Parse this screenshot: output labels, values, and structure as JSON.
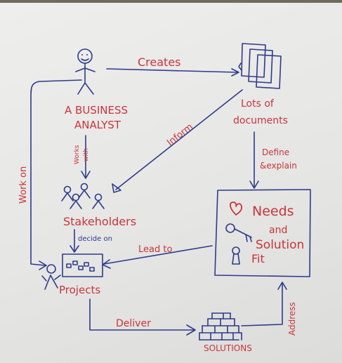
{
  "nodes": {
    "analyst": "A BUSINESS\nANALYST",
    "documents": "Lots of\ndocuments",
    "stakeholders": "Stakeholders",
    "needs_box": {
      "needs": "Needs",
      "and": "and",
      "solution": "Solution",
      "fit": "Fit"
    },
    "projects": "Projects",
    "solutions": "SOLUTIONS"
  },
  "edges": {
    "creates": "Creates",
    "inform": "Inform",
    "works_with": "Works\nwith",
    "define_explain": "Define\n&explain",
    "work_on": "Work on",
    "decide_on": "decide on",
    "lead_to": "Lead to",
    "deliver": "Deliver",
    "address": "Address"
  },
  "colors": {
    "ink_red": "#c8353c",
    "ink_blue": "#2e3a8c",
    "paper": "#e8e8e6"
  }
}
